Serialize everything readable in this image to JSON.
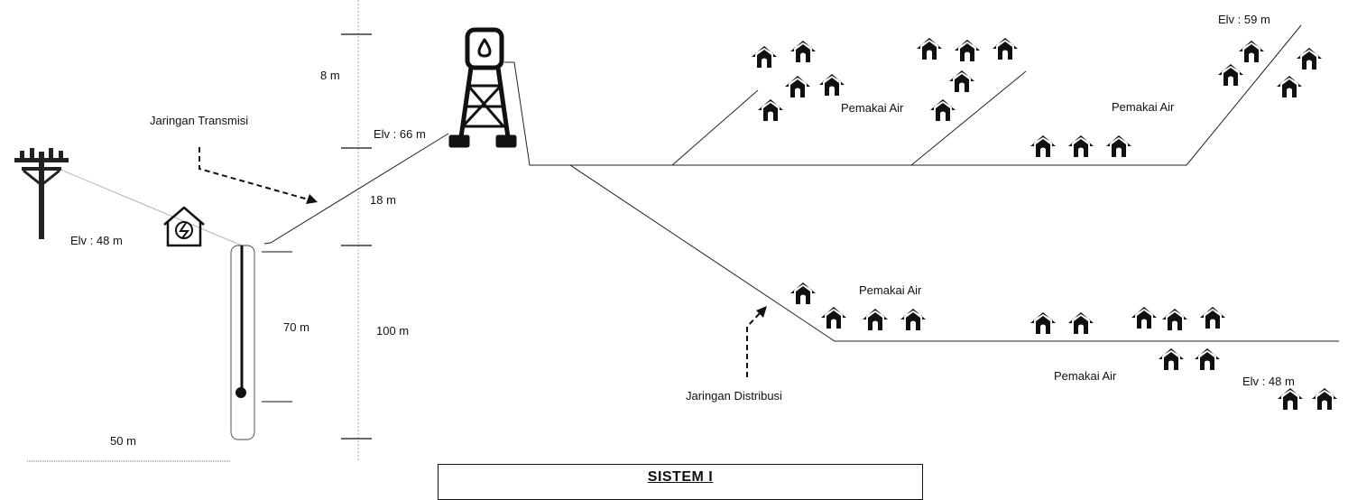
{
  "diagram": {
    "title": "SISTEM I",
    "labels": {
      "jaringan_transmisi": "Jaringan Transmisi",
      "jaringan_distribusi": "Jaringan Distribusi",
      "elv_sumber": "Elv : 48 m",
      "elv_tower": "Elv : 66 m",
      "elv_kanan_atas": "Elv : 59 m",
      "elv_kanan_bawah": "Elv : 48 m",
      "tinggi_tower": "8 m",
      "beda_tinggi_transmisi": "18 m",
      "kedalaman_sumur": "70 m",
      "tinggi_total": "100 m",
      "jarak_horizontal": "50 m",
      "pemakai_air_1": "Pemakai Air",
      "pemakai_air_2": "Pemakai Air",
      "pemakai_air_3": "Pemakai Air",
      "pemakai_air_4": "Pemakai Air"
    },
    "icons": [
      "power-pole-icon",
      "electric-panel-icon",
      "water-tower-icon",
      "house-icon",
      "well-pipe-icon"
    ],
    "colors": {
      "line": "#111111",
      "faint_line": "#999999"
    }
  }
}
